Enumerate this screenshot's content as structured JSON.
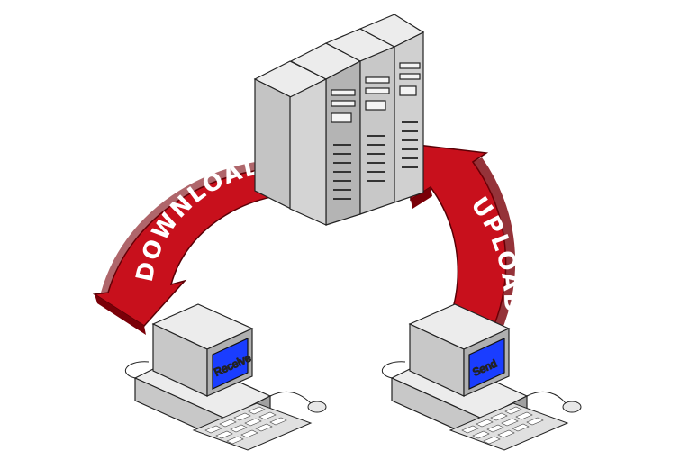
{
  "arrows": {
    "download_label": "DOWNLOAD",
    "upload_label": "UPLOAD"
  },
  "clients": {
    "left_screen_label": "Receive",
    "right_screen_label": "Send"
  },
  "colors": {
    "arrow_red": "#c8101c",
    "arrow_dark": "#7a0008",
    "screen_blue": "#1a3dff",
    "case_light": "#e6e6e6",
    "case_mid": "#c4c4c4",
    "case_dark": "#9a9a9a",
    "outline": "#222222"
  },
  "icons": [
    "server-rack-icon",
    "desktop-computer-icon",
    "keyboard-icon",
    "mouse-icon"
  ]
}
